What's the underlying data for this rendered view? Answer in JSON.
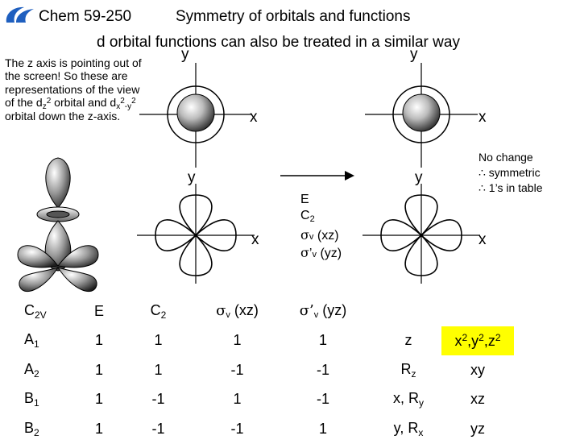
{
  "header": {
    "course": "Chem 59-250",
    "title": "Symmetry of orbitals and functions",
    "subtitle": "d orbital functions can also be treated in a similar way"
  },
  "note": {
    "line1": "The z axis is pointing out of the screen!",
    "line2": "So these are representations of the view of the d",
    "sub_z2": "z",
    "sup_2": "2",
    "line3": "orbital and d",
    "sub_x": "x",
    "sub_y": "-y",
    "line4": "orbital down the z-axis."
  },
  "axes": {
    "x": "x",
    "y": "y"
  },
  "operations": {
    "E": "E",
    "C": "C",
    "C_sub": "2",
    "sigma": "σ",
    "v_sub": "v",
    "xz": "(xz)",
    "prime": "’",
    "yz": "(yz)"
  },
  "result": {
    "line1": "No change",
    "line2": "∴ symmetric",
    "line3": "∴ 1’s in table"
  },
  "character_table": {
    "header": [
      "C",
      "E",
      "C",
      "σ",
      "σ’"
    ],
    "header_subs": {
      "C2v": "2V",
      "C2": "2",
      "v": "v"
    },
    "plane_xz": "(xz)",
    "plane_yz": "(yz)",
    "rows": [
      {
        "label": "A",
        "sub": "1",
        "values": [
          "1",
          "1",
          "1",
          "1"
        ],
        "linear": "z"
      },
      {
        "label": "A",
        "sub": "2",
        "values": [
          "1",
          "1",
          "-1",
          "-1"
        ],
        "linear": "R"
      },
      {
        "label": "B",
        "sub": "1",
        "values": [
          "1",
          "-1",
          "1",
          "-1"
        ],
        "linear": "x, R"
      },
      {
        "label": "B",
        "sub": "2",
        "values": [
          "1",
          "-1",
          "-1",
          "1"
        ],
        "linear": "y, R"
      }
    ],
    "linear_subs": [
      "",
      "z",
      "y",
      "x"
    ],
    "quadratic": {
      "a1_x": "x",
      "a1_y": ",y",
      "a1_z": ",z",
      "sq": "2",
      "a2": "xy",
      "b1": "xz",
      "b2": "yz"
    },
    "highlight_color": "#ffff00"
  }
}
